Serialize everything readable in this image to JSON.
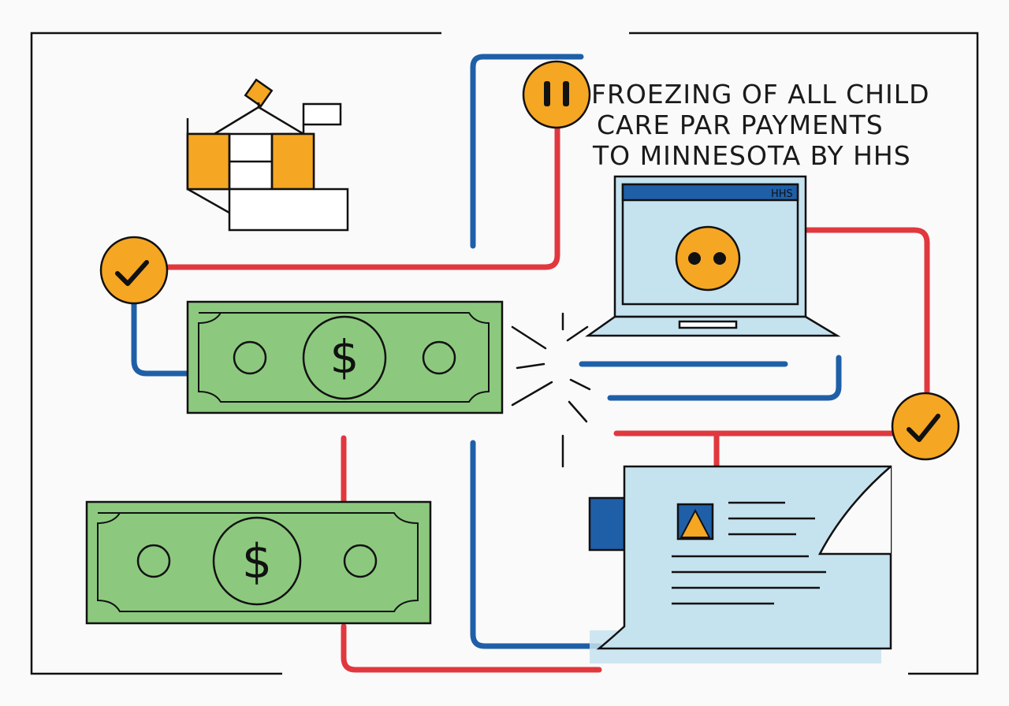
{
  "headline": {
    "lines": [
      "FROEZING OF ALL CHILD",
      "CARE PAR PAYMENTS",
      "TO MINNESOTA BY HHS"
    ]
  },
  "laptop": {
    "screen_label": "HHS"
  },
  "bills": [
    {
      "symbol": "$"
    },
    {
      "symbol": "$"
    }
  ],
  "colors": {
    "background": "#fafafa",
    "outline": "#111111",
    "red_line": "#e0383e",
    "blue_line": "#1f5fa8",
    "amber": "#f5a623",
    "bill_green": "#8cc97e",
    "pale_blue": "#c5e2ef"
  },
  "icons": [
    "building-icon",
    "pause-icon",
    "check-icon",
    "dollar-bill-icon",
    "laptop-icon",
    "document-icon",
    "burst-icon"
  ]
}
